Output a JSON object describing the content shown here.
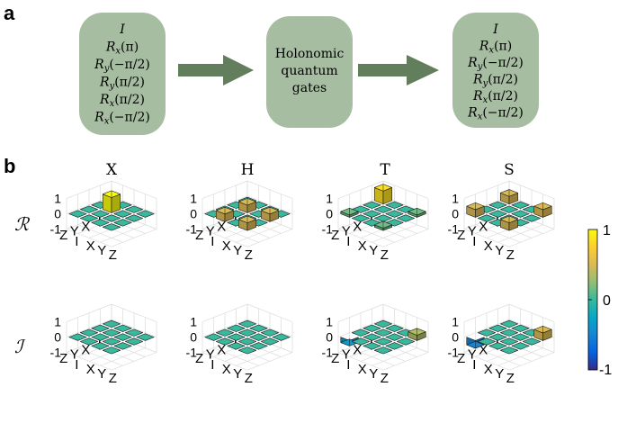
{
  "panel_a": {
    "label": "a",
    "input_gates": [
      "I",
      "R_x(π)",
      "R_y(−π/2)",
      "R_y(π/2)",
      "R_x(π/2)",
      "R_x(−π/2)"
    ],
    "center_lines": [
      "Holonomic",
      "quantum",
      "gates"
    ],
    "output_gates": [
      "I",
      "R_x(π)",
      "R_y(−π/2)",
      "R_y(π/2)",
      "R_x(π/2)",
      "R_x(−π/2)"
    ],
    "box_color": "#a7bda2",
    "arrow_color": "#627e5c"
  },
  "panel_b": {
    "label": "b",
    "row_labels": [
      "ℛ",
      "ℐ"
    ],
    "colorbar": {
      "ticks": [
        "1",
        "0",
        "-1"
      ]
    }
  },
  "chart_data": {
    "type": "3d-bar",
    "basis": [
      "I",
      "X",
      "Y",
      "Z"
    ],
    "zlim": [
      -1,
      1
    ],
    "zticks": [
      "1",
      "0",
      "-1"
    ],
    "colormap": "parula",
    "columns": [
      "X",
      "H",
      "T",
      "S"
    ],
    "matrices": {
      "X": {
        "real": [
          [
            0,
            0,
            0,
            0
          ],
          [
            0,
            1,
            0,
            0
          ],
          [
            0,
            0,
            0,
            0
          ],
          [
            0,
            0,
            0,
            0
          ]
        ],
        "imag": [
          [
            0,
            0,
            0,
            0
          ],
          [
            0,
            0,
            0,
            0
          ],
          [
            0,
            0,
            0,
            0
          ],
          [
            0,
            0,
            0,
            0
          ]
        ]
      },
      "H": {
        "real": [
          [
            0,
            0,
            0,
            0
          ],
          [
            0,
            0.5,
            0,
            0.5
          ],
          [
            0,
            0,
            0,
            0
          ],
          [
            0,
            0.5,
            0,
            0.5
          ]
        ],
        "imag": [
          [
            0,
            0,
            0,
            0
          ],
          [
            0,
            0,
            0,
            0
          ],
          [
            0,
            0,
            0,
            0
          ],
          [
            0,
            0,
            0,
            0
          ]
        ]
      },
      "T": {
        "real": [
          [
            0.85,
            0,
            0,
            0.15
          ],
          [
            0,
            0,
            0,
            0
          ],
          [
            0,
            0,
            0,
            0
          ],
          [
            0.15,
            0,
            0,
            0.15
          ]
        ],
        "imag": [
          [
            0,
            0,
            0,
            0.35
          ],
          [
            0,
            0,
            0,
            0
          ],
          [
            0,
            0,
            0,
            0
          ],
          [
            -0.35,
            0,
            0,
            0
          ]
        ]
      },
      "S": {
        "real": [
          [
            0.5,
            0,
            0,
            0.5
          ],
          [
            0,
            0,
            0,
            0
          ],
          [
            0,
            0,
            0,
            0
          ],
          [
            0.5,
            0,
            0,
            0.5
          ]
        ],
        "imag": [
          [
            0,
            0,
            0,
            0.5
          ],
          [
            0,
            0,
            0,
            0
          ],
          [
            0,
            0,
            0,
            0
          ],
          [
            -0.5,
            0,
            0,
            0
          ]
        ]
      }
    }
  }
}
